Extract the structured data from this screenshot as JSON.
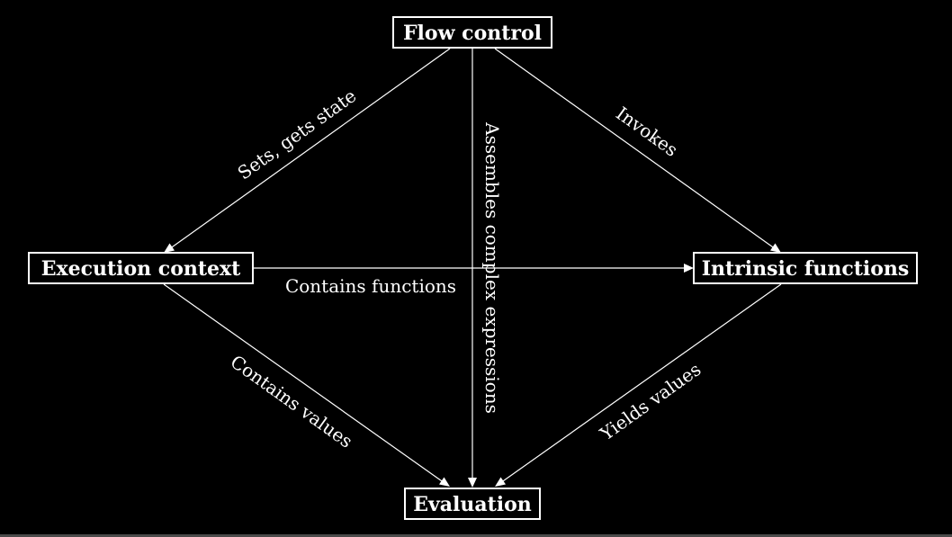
{
  "diagram": {
    "nodes": {
      "flow_control": "Flow control",
      "execution_context": "Execution context",
      "intrinsic_functions": "Intrinsic functions",
      "evaluation": "Evaluation"
    },
    "edges": {
      "sets_gets_state": "Sets, gets state",
      "invokes": "Invokes",
      "assembles_complex_expressions": "Assembles complex expressions",
      "contains_functions": "Contains functions",
      "contains_values": "Contains values",
      "yields_values": "Yields values"
    },
    "colors": {
      "background": "#000000",
      "foreground": "#ffffff"
    }
  }
}
